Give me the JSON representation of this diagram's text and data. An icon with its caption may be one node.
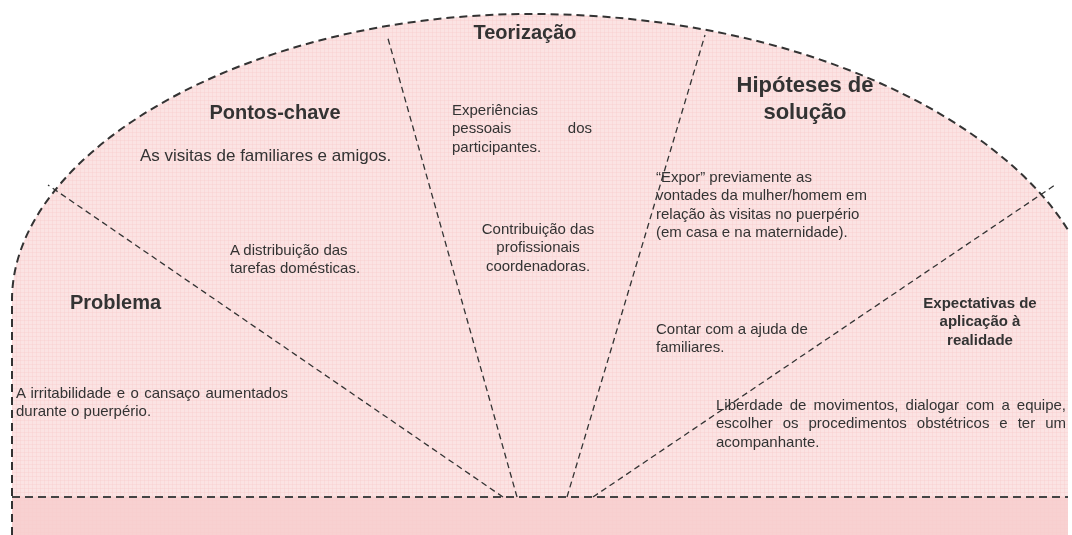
{
  "diagram": {
    "nodes": [
      {
        "text": [
          "Problema",
          "A irritabilidade e o cansaço aumentados durante o puerpério."
        ]
      },
      {
        "text": [
          "Pontos-chave",
          "As visitas de familiares e amigos.",
          "A distribuição das tarefas domésticas."
        ]
      },
      {
        "text": [
          "Teorização",
          "Experiências pessoais dos participantes.",
          "Contribuição das profissionais coordenadoras."
        ]
      },
      {
        "text": [
          "Hipóteses de solução",
          "“Expor” previamente as vontades da mulher/homem em relação às visitas no puerpério (em casa e na maternidade).",
          "Contar com a ajuda de familiares."
        ]
      },
      {
        "text": [
          "Expectativas de aplicação à realidade",
          "Liberdade de movimentos, dialogar com a equipe, escolher os procedimentos obstétricos e ter um acompanhante."
        ]
      }
    ]
  }
}
